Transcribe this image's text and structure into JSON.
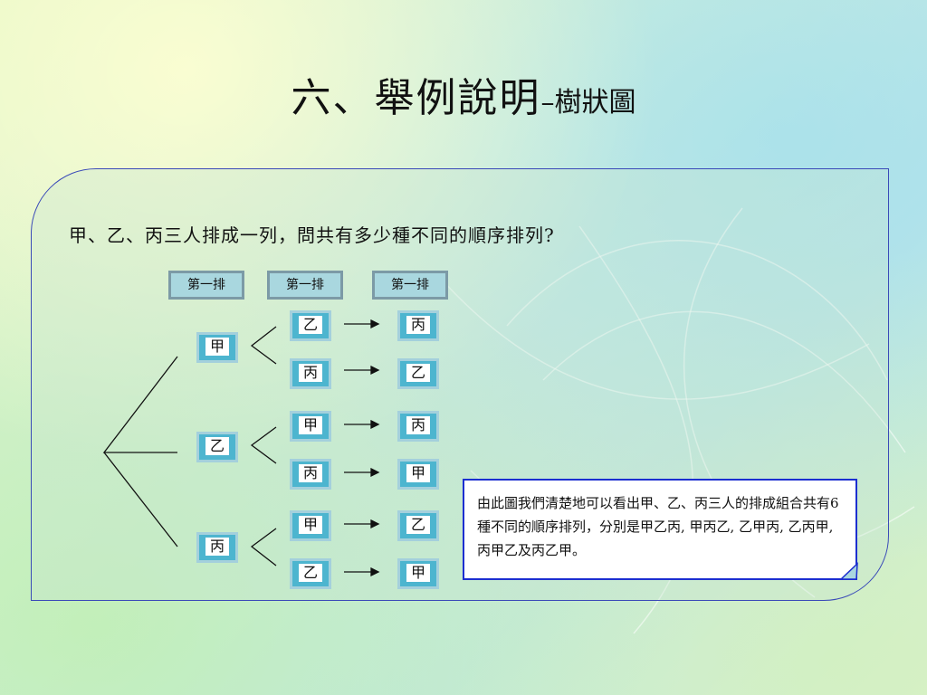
{
  "title": {
    "main": "六、舉例說明",
    "sub": "–樹狀圖"
  },
  "question": "甲、乙、丙三人排成一列，問共有多少種不同的順序排列?",
  "headers": [
    "第一排",
    "第一排",
    "第一排"
  ],
  "level1": [
    "甲",
    "乙",
    "丙"
  ],
  "level2": [
    "乙",
    "丙",
    "甲",
    "丙",
    "甲",
    "乙"
  ],
  "level3": [
    "丙",
    "乙",
    "丙",
    "甲",
    "乙",
    "甲"
  ],
  "note": "由此圖我們清楚地可以看出甲、乙、丙三人的排成組合共有6種不同的順序排列，分別是甲乙丙, 甲丙乙, 乙甲丙, 乙丙甲, 丙甲乙及丙乙甲。",
  "colors": {
    "node_fill": "#4db5cf",
    "header_fill": "#a9d7df",
    "panel_border": "#3a4ab8",
    "note_border": "#1c2fd0"
  }
}
